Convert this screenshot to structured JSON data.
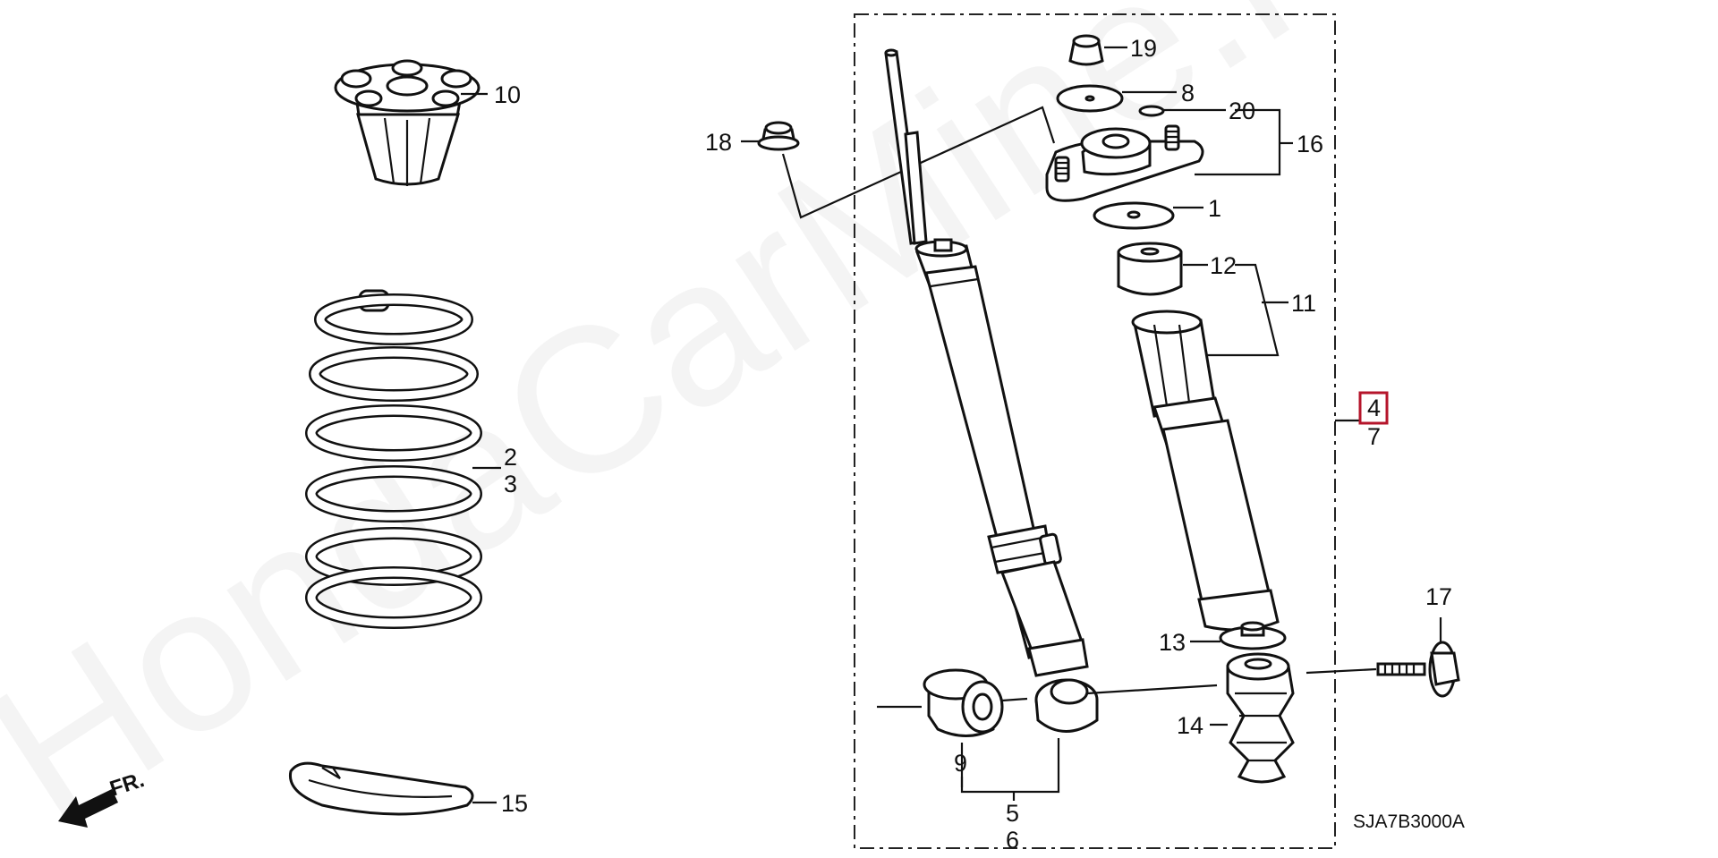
{
  "watermark": "HondaCarMine.ru",
  "diagram_code": "SJA7B3000A",
  "direction_label": "FR.",
  "highlight_color": "#b5152b",
  "callouts": {
    "c1": "1",
    "c2": "2",
    "c3": "3",
    "c4": "4",
    "c5": "5",
    "c6": "6",
    "c7": "7",
    "c8": "8",
    "c9": "9",
    "c10": "10",
    "c11": "11",
    "c12": "12",
    "c13": "13",
    "c14": "14",
    "c15": "15",
    "c16": "16",
    "c17": "17",
    "c18": "18",
    "c19": "19",
    "c20": "20"
  }
}
